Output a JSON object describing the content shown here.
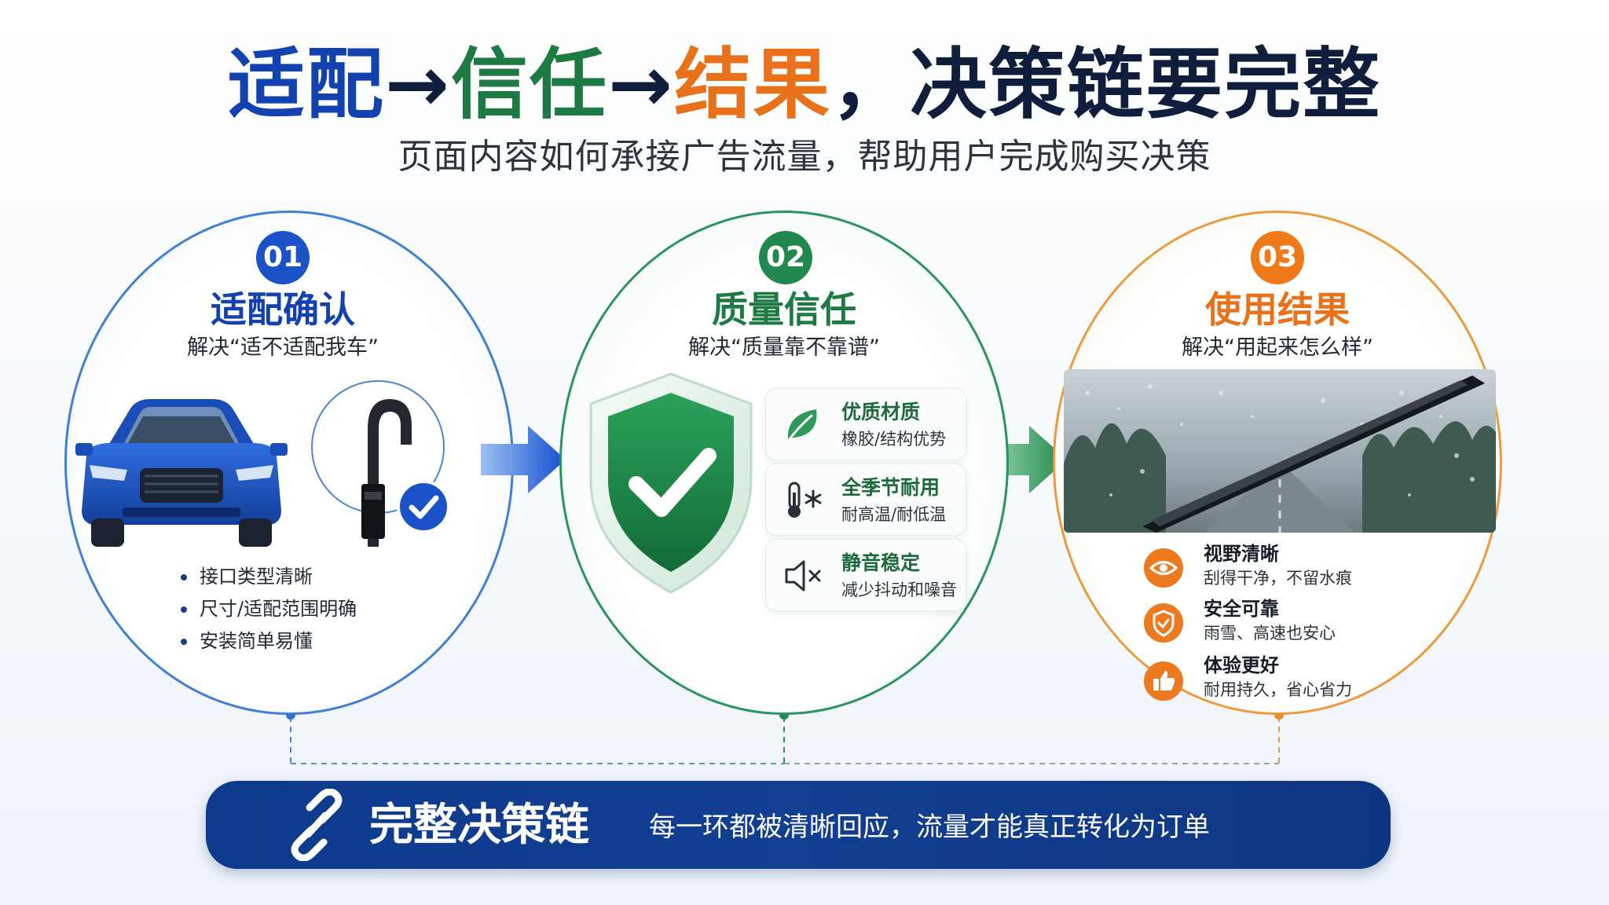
{
  "header": {
    "title_part1": "适配",
    "arrow": "→",
    "title_part2": "信任",
    "title_part3": "结果",
    "title_part4": "，决策链要完整",
    "subtitle": "页面内容如何承接广告流量，帮助用户完成购买决策"
  },
  "steps": [
    {
      "number": "01",
      "title": "适配确认",
      "subtitle": "解决“适不适配我车”",
      "bullets": [
        "接口类型清晰",
        "尺寸/适配范围明确",
        "安装简单易懂"
      ]
    },
    {
      "number": "02",
      "title": "质量信任",
      "subtitle": "解决“质量靠不靠谱”",
      "features": [
        {
          "title": "优质材质",
          "desc": "橡胶/结构优势",
          "icon": "leaf-icon"
        },
        {
          "title": "全季节耐用",
          "desc": "耐高温/耐低温",
          "icon": "thermometer-snowflake-icon"
        },
        {
          "title": "静音稳定",
          "desc": "减少抖动和噪音",
          "icon": "speaker-mute-icon"
        }
      ]
    },
    {
      "number": "03",
      "title": "使用结果",
      "subtitle": "解决“用起来怎么样”",
      "results": [
        {
          "title": "视野清晰",
          "desc": "刮得干净，不留水痕",
          "icon": "eye-icon"
        },
        {
          "title": "安全可靠",
          "desc": "雨雪、高速也安心",
          "icon": "shield-check-icon"
        },
        {
          "title": "体验更好",
          "desc": "耐用持久，省心省力",
          "icon": "thumbs-up-icon"
        }
      ]
    }
  ],
  "banner": {
    "title": "完整决策链",
    "text": "每一环都被清晰回应，流量才能真正转化为订单",
    "icon": "chain-link-icon"
  },
  "colors": {
    "blue": "#1242b0",
    "green": "#1d7a42",
    "orange": "#e8711a",
    "navy": "#0e1e3c",
    "banner": "#0d3a8c"
  }
}
